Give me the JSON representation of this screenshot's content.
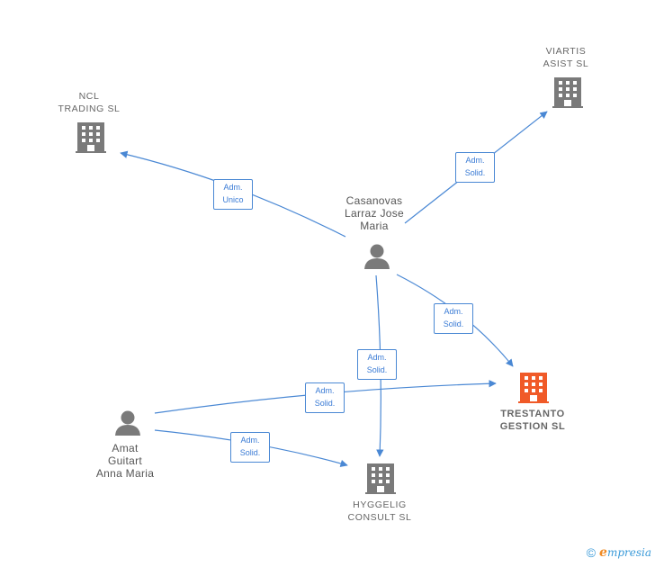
{
  "colors": {
    "edge": "#4a88d4",
    "company": "#7a7a7a",
    "highlight": "#f05a28",
    "person": "#7a7a7a"
  },
  "nodes": {
    "ncl": {
      "line1": "NCL",
      "line2": "TRADING  SL",
      "icon": "building-icon"
    },
    "viartis": {
      "line1": "VIARTIS",
      "line2": "ASIST SL",
      "icon": "building-icon"
    },
    "trestanto": {
      "line1": "TRESTANTO",
      "line2": "GESTION  SL",
      "icon": "building-icon"
    },
    "hyggelig": {
      "line1": "HYGGELIG",
      "line2": "CONSULT  SL",
      "icon": "building-icon"
    },
    "casanovas": {
      "line1": "Casanovas",
      "line2": "Larraz Jose",
      "line3": "Maria",
      "icon": "person-icon"
    },
    "amat": {
      "line1": "Amat",
      "line2": "Guitart",
      "line3": "Anna Maria",
      "icon": "person-icon"
    }
  },
  "edges": {
    "casanovas_ncl": {
      "line1": "Adm.",
      "line2": "Unico"
    },
    "casanovas_viartis": {
      "line1": "Adm.",
      "line2": "Solid."
    },
    "casanovas_trestanto": {
      "line1": "Adm.",
      "line2": "Solid."
    },
    "casanovas_hyggelig": {
      "line1": "Adm.",
      "line2": "Solid."
    },
    "amat_trestanto": {
      "line1": "Adm.",
      "line2": "Solid."
    },
    "amat_hyggelig": {
      "line1": "Adm.",
      "line2": "Solid."
    }
  },
  "footer": {
    "copyright": "©",
    "brand_initial": "e",
    "brand_rest": "mpresia"
  }
}
